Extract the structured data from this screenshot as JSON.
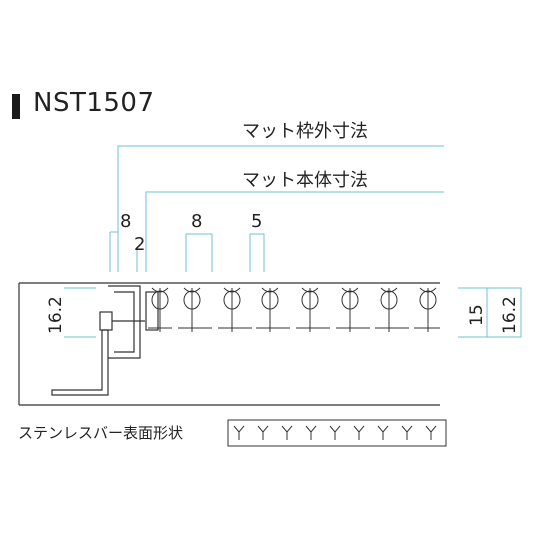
{
  "product_code": "NST1507",
  "labels": {
    "frame_size": "マット枠外寸法",
    "body_size": "マット本体寸法",
    "surface_shape": "ステンレスバー表面形状"
  },
  "dimensions": {
    "frame_gap": "8",
    "frame_offset": "2",
    "bar_width": "8",
    "bar_gap": "5",
    "left_height": "16.2",
    "right_inner_height": "15",
    "right_outer_height": "16.2"
  },
  "colors": {
    "line": "#333333",
    "dimension": "#6fc3d6",
    "text": "#222222"
  }
}
